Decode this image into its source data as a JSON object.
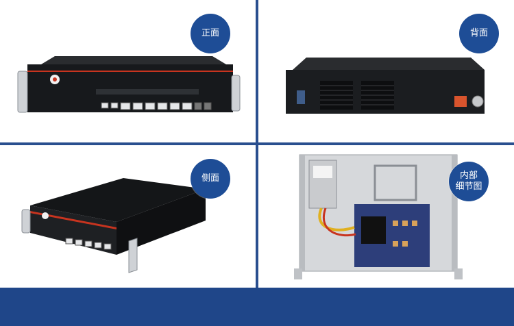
{
  "panels": [
    {
      "label_lines": [
        "正面"
      ]
    },
    {
      "label_lines": [
        "背面"
      ]
    },
    {
      "label_lines": [
        "侧面"
      ]
    },
    {
      "label_lines": [
        "内部",
        "细节图"
      ]
    }
  ],
  "colors": {
    "badge": "#1e4d96",
    "divider": "#2a4f8f",
    "footer": "#1f4689",
    "chassis": "#15171a",
    "accent_red": "#c8341f"
  }
}
